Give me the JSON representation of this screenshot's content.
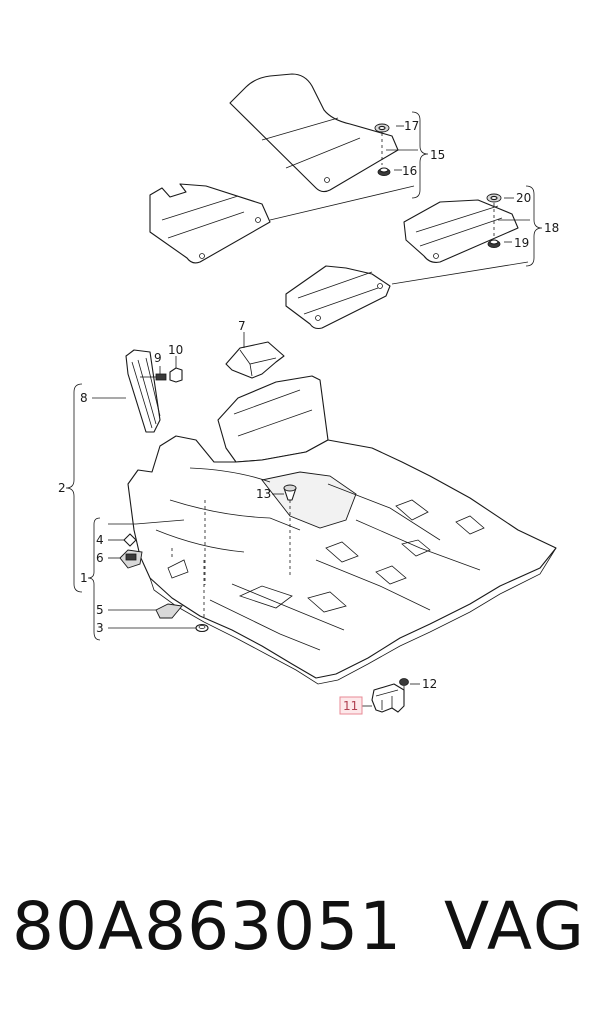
{
  "diagram": {
    "callouts": {
      "c1": "1",
      "c2": "2",
      "c3": "3",
      "c4": "4",
      "c5": "5",
      "c6": "6",
      "c7": "7",
      "c8": "8",
      "c9": "9",
      "c10": "10",
      "c11": "11",
      "c12": "12",
      "c13": "13",
      "c15": "15",
      "c16": "16",
      "c17": "17",
      "c18": "18",
      "c19": "19",
      "c20": "20"
    },
    "highlighted_callout": "11",
    "highlight_color": "#e88a95"
  },
  "footer": {
    "part_number": "80A863051",
    "brand": "VAG"
  }
}
